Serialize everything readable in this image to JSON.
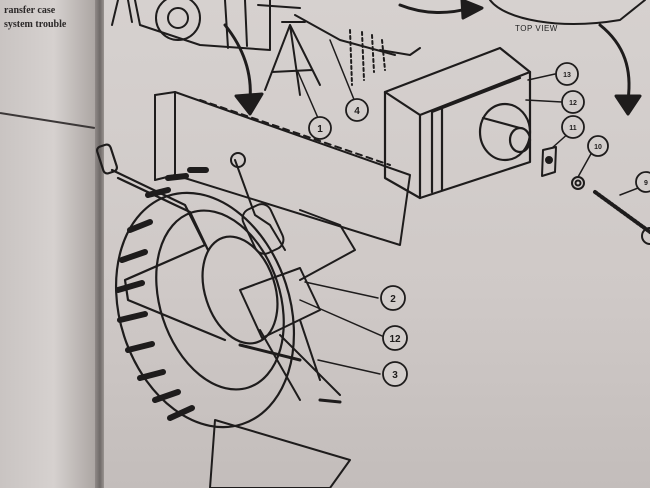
{
  "left_page": {
    "lines": [
      "ransfer case",
      "system trouble"
    ]
  },
  "top_view_label": "TOP VIEW",
  "callouts": [
    {
      "id": "c1",
      "label": "1"
    },
    {
      "id": "c4",
      "label": "4"
    },
    {
      "id": "c13",
      "label": "13"
    },
    {
      "id": "c12a",
      "label": "12"
    },
    {
      "id": "c11",
      "label": "11"
    },
    {
      "id": "c10",
      "label": "10"
    },
    {
      "id": "c9",
      "label": "9"
    },
    {
      "id": "c2",
      "label": "2"
    },
    {
      "id": "c12b",
      "label": "12"
    },
    {
      "id": "c3",
      "label": "3"
    }
  ],
  "colors": {
    "ink": "#1e1c1c",
    "paper": "#d3cecc"
  }
}
